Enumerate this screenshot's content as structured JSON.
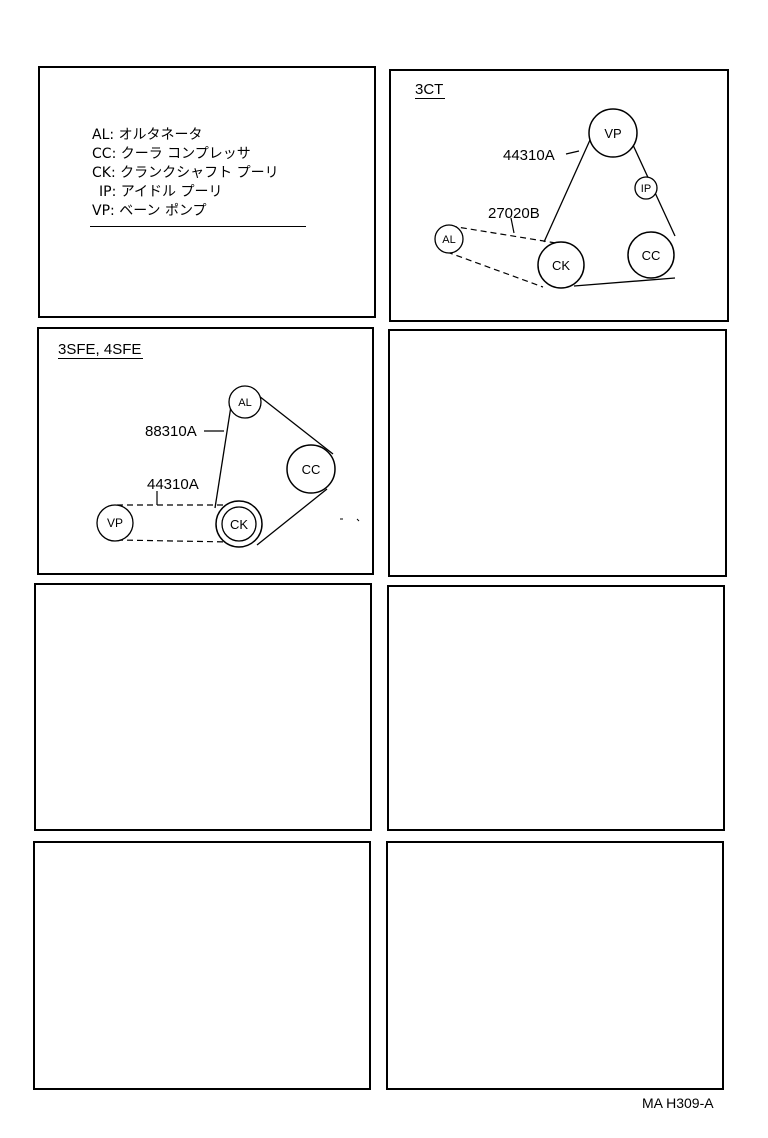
{
  "legend": [
    {
      "code": "AL",
      "name": "オルタネータ"
    },
    {
      "code": "CC",
      "name": "クーラ コンプレッサ"
    },
    {
      "code": "CK",
      "name": "クランクシャフト プーリ"
    },
    {
      "code": "IP",
      "name": "アイドル プーリ"
    },
    {
      "code": "VP",
      "name": "ベーン ポンプ"
    }
  ],
  "panel_3ct": {
    "title": "3CT",
    "pulleys": {
      "vp": "VP",
      "ip": "IP",
      "al": "AL",
      "ck": "CK",
      "cc": "CC"
    },
    "belts": {
      "upper": "44310A",
      "lower": "27020B"
    }
  },
  "panel_3sfe": {
    "title": "3SFE, 4SFE",
    "pulleys": {
      "al": "AL",
      "cc": "CC",
      "vp": "VP",
      "ck": "CK"
    },
    "belts": {
      "upper": "88310A",
      "lower": "44310A"
    }
  },
  "footer": {
    "code": "MA H309-A"
  }
}
